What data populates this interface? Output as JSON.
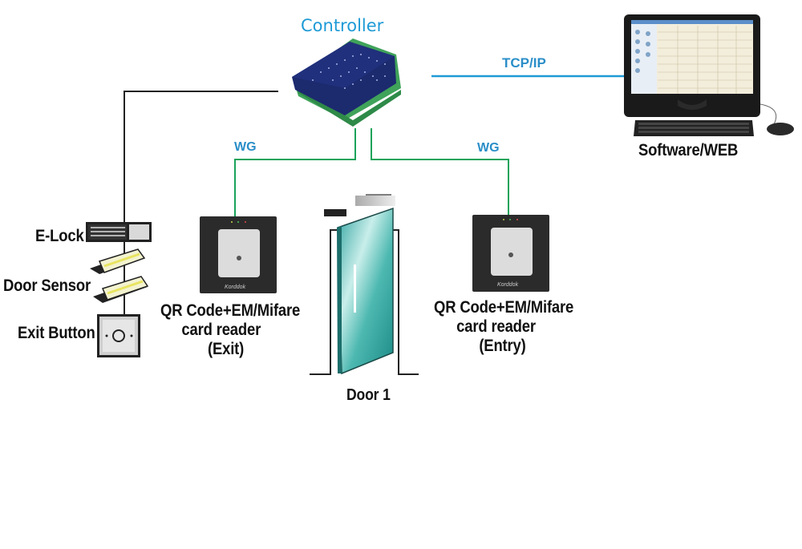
{
  "diagram": {
    "title": "Access control system wiring diagram",
    "controller": {
      "label": "Controller",
      "icon": "circuit-board-icon"
    },
    "software": {
      "label": "Software/WEB",
      "icon": "desktop-computer-icon"
    },
    "connections": {
      "tcp_ip": {
        "label": "TCP/IP",
        "from": "Controller",
        "to": "Software/WEB"
      },
      "wg_exit": {
        "label": "WG",
        "from": "Controller",
        "to": "QR Code+EM/Mifare card reader (Exit)"
      },
      "wg_entry": {
        "label": "WG",
        "from": "Controller",
        "to": "QR Code+EM/Mifare card reader (Entry)"
      }
    },
    "peripherals": [
      {
        "label": "E-Lock",
        "icon": "electric-lock-icon"
      },
      {
        "label": "Door Sensor",
        "icon": "door-sensor-icon"
      },
      {
        "label": "Exit Button",
        "icon": "exit-button-icon"
      }
    ],
    "reader_exit": {
      "line1": "QR Code+EM/Mifare",
      "line2": "card reader",
      "line3": "(Exit)",
      "brand": "Korddok"
    },
    "reader_entry": {
      "line1": "QR Code+EM/Mifare",
      "line2": "card reader",
      "line3": "(Entry)",
      "brand": "Korddok"
    },
    "door": {
      "label": "Door 1",
      "icon": "glass-door-icon"
    },
    "colors": {
      "tcp_line": "#1e9ad6",
      "wg_line": "#1aa35a",
      "power_line": "#222222",
      "label_blue": "#1e9ad6"
    }
  }
}
